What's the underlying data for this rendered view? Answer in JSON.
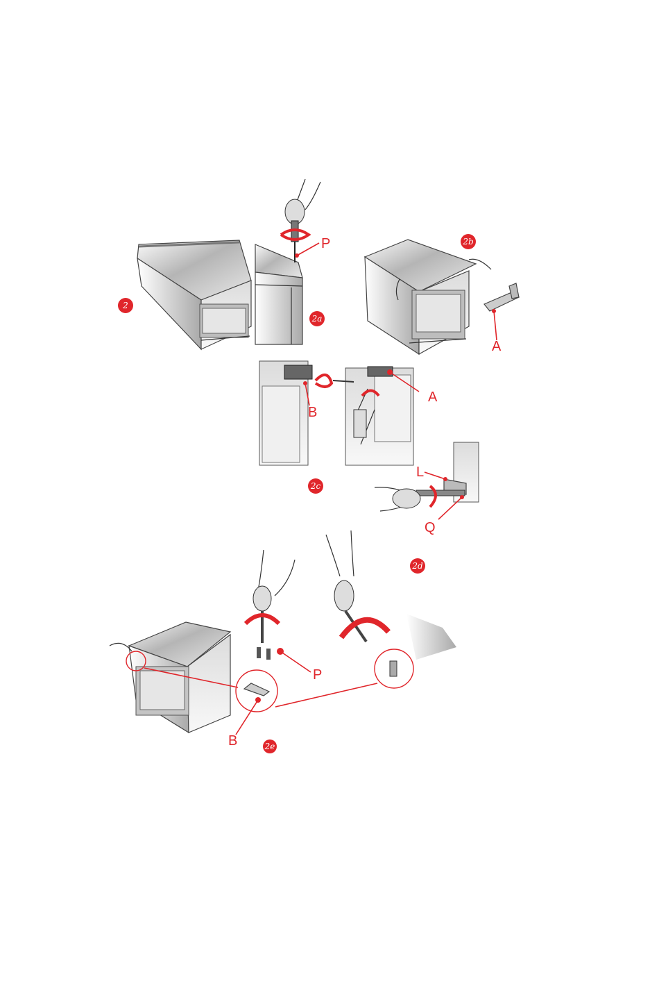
{
  "colors": {
    "accent": "#e0262b",
    "metal_light": "#f2f2f2",
    "metal_dark": "#8a8a8a",
    "outline": "#333333"
  },
  "steps": {
    "s2": "2",
    "s2a": "2a",
    "s2b": "2b",
    "s2c": "2c",
    "s2d": "2d",
    "s2e": "2e"
  },
  "callouts": {
    "p_top": "P",
    "a_bracket": "A",
    "a_hinge": "A",
    "b_hinge": "B",
    "l_bracket": "L",
    "q_screw": "Q",
    "p_bottom": "P",
    "b_bottom": "B"
  }
}
